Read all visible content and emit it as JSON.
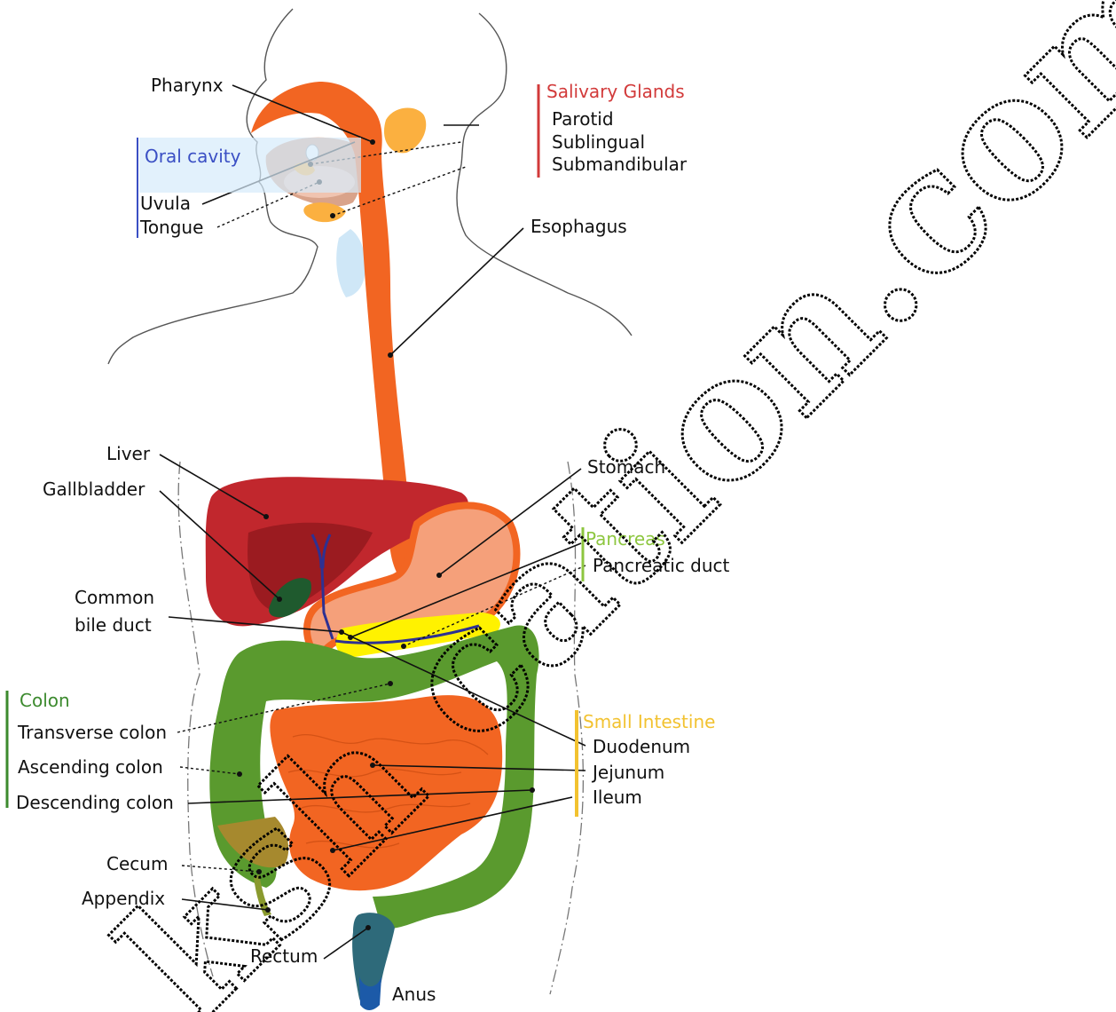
{
  "groups": {
    "salivary": {
      "title": "Salivary Glands",
      "items": [
        "Parotid",
        "Sublingual",
        "Submandibular"
      ],
      "color": "#d23a3a"
    },
    "oral": {
      "title": "Oral cavity",
      "items": [
        "Uvula",
        "Tongue"
      ],
      "color": "#3a4fc4"
    },
    "pancreas": {
      "title": "Pancreas",
      "items": [
        "Pancreatic duct"
      ],
      "color": "#8dc63f"
    },
    "colon": {
      "title": "Colon",
      "items": [
        "Transverse colon",
        "Ascending colon",
        "Descending colon"
      ],
      "color": "#3c8a2e"
    },
    "small_intestine": {
      "title": "Small Intestine",
      "items": [
        "Duodenum",
        "Jejunum",
        "Ileum"
      ],
      "color": "#f2c230"
    }
  },
  "labels": {
    "pharynx": "Pharynx",
    "esophagus": "Esophagus",
    "liver": "Liver",
    "gallbladder": "Gallbladder",
    "stomach": "Stomach",
    "common_bile_duct_1": "Common",
    "common_bile_duct_2": "bile duct",
    "cecum": "Cecum",
    "appendix": "Appendix",
    "rectum": "Rectum",
    "anus": "Anus"
  },
  "watermark": "ksh cation.com",
  "colors": {
    "esophagus": "#f26522",
    "liver": "#c1272d",
    "liver_dark": "#9b1b20",
    "stomach": "#f5a07a",
    "intestine": "#f26522",
    "colon": "#5a9a2e",
    "gallbladder": "#1f5a2e",
    "ducts": "#2e3192",
    "pancreas": "#fff200",
    "gland": "#fbb040"
  }
}
